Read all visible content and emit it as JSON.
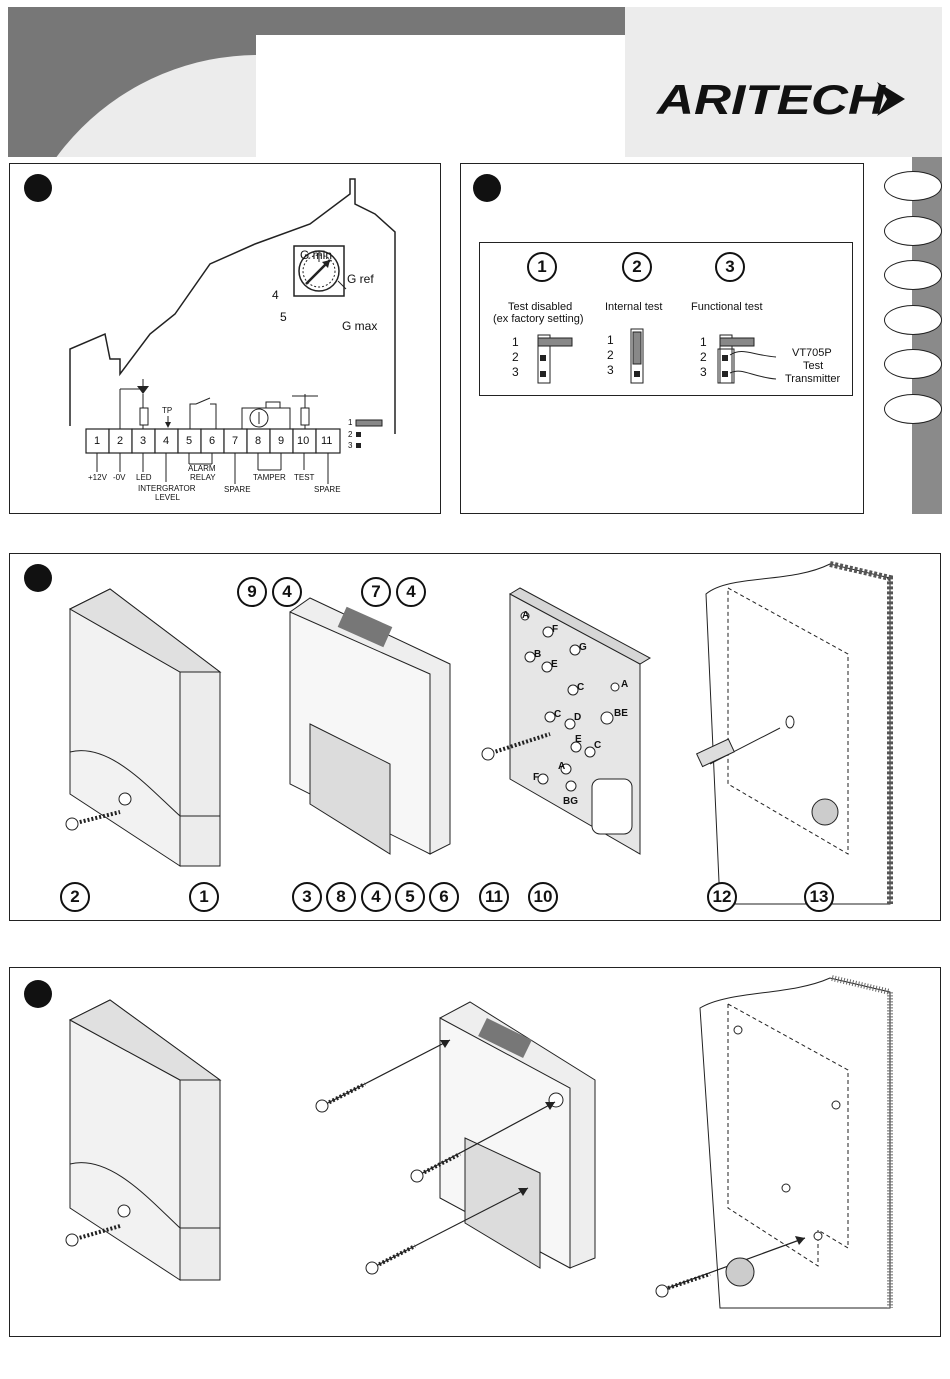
{
  "brand": {
    "logo_text": "ARITECH"
  },
  "panel1": {
    "dial": {
      "g_min": "G min",
      "g_ref": "G ref",
      "g_max": "G max",
      "mark_4": "4",
      "mark_5": "5"
    },
    "tp": "TP",
    "terminals": [
      "1",
      "2",
      "3",
      "4",
      "5",
      "6",
      "7",
      "8",
      "9",
      "10",
      "11"
    ],
    "labels": {
      "v12": "+12V",
      "v0": "-0V",
      "led": "LED",
      "intergrator": "INTERGRATOR",
      "level": "LEVEL",
      "alarm": "ALARM",
      "relay": "RELAY",
      "spare1": "SPARE",
      "tamper": "TAMPER",
      "test": "TEST",
      "spare2": "SPARE"
    },
    "jumper": [
      "1",
      "2",
      "3"
    ]
  },
  "panel2": {
    "options": [
      {
        "num": "1",
        "title_line1": "Test disabled",
        "title_line2": "(ex factory setting)"
      },
      {
        "num": "2",
        "title_line1": "Internal test",
        "title_line2": ""
      },
      {
        "num": "3",
        "title_line1": "Functional test",
        "title_line2": ""
      }
    ],
    "pins": [
      "1",
      "2",
      "3"
    ],
    "transmitter": {
      "line1": "VT705P",
      "line2": "Test",
      "line3": "Transmitter"
    }
  },
  "panel3": {
    "callouts_top": [
      "9",
      "4",
      "7",
      "4"
    ],
    "callouts_bottom": [
      "2",
      "1",
      "3",
      "8",
      "4",
      "5",
      "6",
      "11",
      "10",
      "12",
      "13"
    ],
    "plate_letters": [
      "A",
      "F",
      "G",
      "B",
      "E",
      "C",
      "A",
      "C",
      "D",
      "BE",
      "E",
      "C",
      "A",
      "F",
      "BG"
    ]
  }
}
